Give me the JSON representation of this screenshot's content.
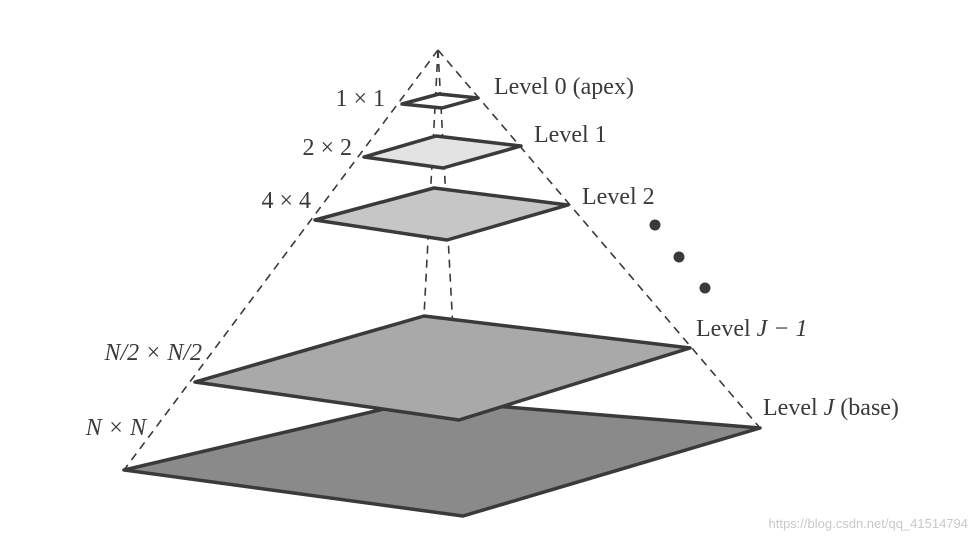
{
  "diagram": {
    "levels": [
      {
        "label_prefix": "Level ",
        "label_num": "0",
        "label_suffix": " (apex)",
        "size": "1 × 1",
        "fill": "#ffffff"
      },
      {
        "label_prefix": "Level ",
        "label_num": "1",
        "label_suffix": "",
        "size": "2 × 2",
        "fill": "#e3e3e3"
      },
      {
        "label_prefix": "Level ",
        "label_num": "2",
        "label_suffix": "",
        "size": "4 × 4",
        "fill": "#c6c6c6"
      },
      {
        "label_prefix": "Level ",
        "label_num": "J − 1",
        "label_suffix": "",
        "size": "N/2 × N/2",
        "fill": "#a9a9a9"
      },
      {
        "label_prefix": "Level ",
        "label_num": "J",
        "label_suffix": " (base)",
        "size": "N × N",
        "fill": "#8a8a8a"
      }
    ],
    "ellipsis_dots": 3,
    "watermark": "https://blog.csdn.net/qq_41514794"
  }
}
